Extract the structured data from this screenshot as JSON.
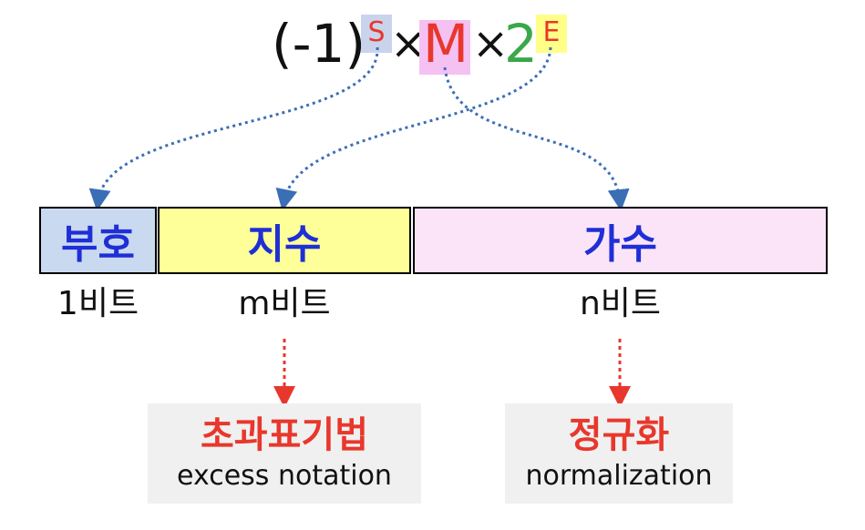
{
  "formula": {
    "base_part": "(-1)",
    "sign_symbol": "S",
    "times_1": "×",
    "mantissa_symbol": "M",
    "times_2": "×",
    "two": "2",
    "exponent_symbol": "E"
  },
  "fields": [
    {
      "label": "부호",
      "bits": "1비트",
      "fill": "#c9d9f0"
    },
    {
      "label": "지수",
      "bits": "m비트",
      "fill": "#ffff99"
    },
    {
      "label": "가수",
      "bits": "n비트",
      "fill": "#fce4f8"
    }
  ],
  "notes": {
    "exponent": {
      "korean": "초과표기법",
      "english": "excess notation"
    },
    "mantissa": {
      "korean": "정규화",
      "english": "normalization"
    }
  },
  "colors": {
    "sign_highlight": "#c9d4ec",
    "mantissa_highlight": "#f5c1f2",
    "exponent_highlight": "#ffff88",
    "red": "#e8372c",
    "green": "#3aa84a",
    "blue_label": "#1f2fd6",
    "arrow_blue": "#3a6fb6",
    "arrow_red": "#e8372c"
  }
}
